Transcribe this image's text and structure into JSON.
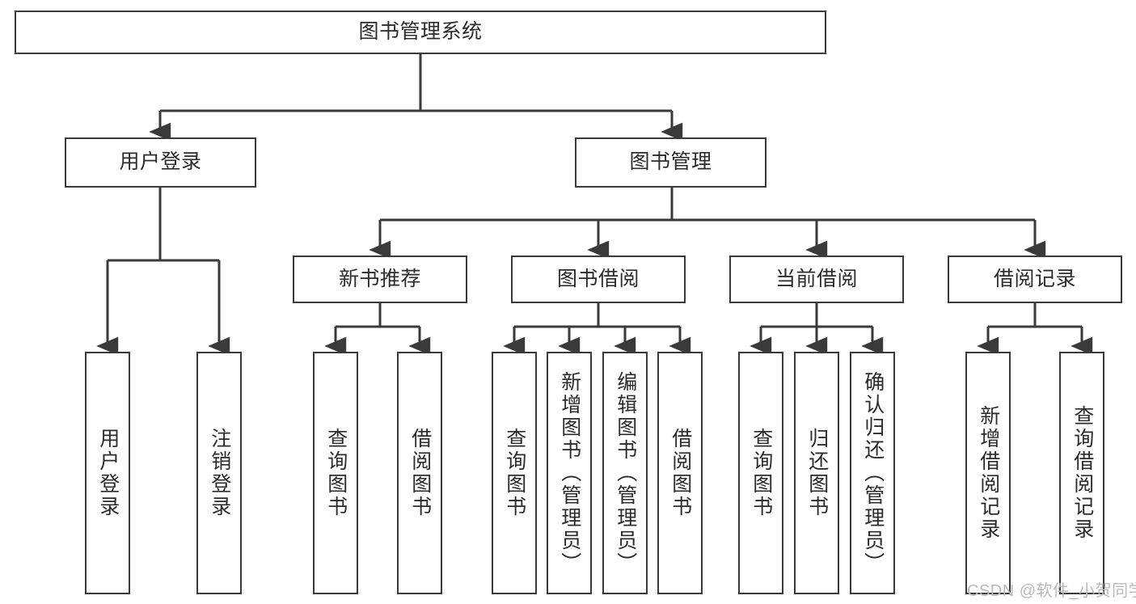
{
  "diagram": {
    "title": "图书管理系统",
    "type": "tree-hierarchy-diagram",
    "watermark": "CSDN @软件_小贺同学",
    "colors": {
      "node_border": "#3a3a3a",
      "node_fill": "#ffffff",
      "text": "#2b2b2b",
      "edge": "#3a3a3a",
      "watermark": "#b9b9b9",
      "background": "#ffffff"
    },
    "nodes": {
      "root": {
        "label": "图书管理系统"
      },
      "level2": [
        {
          "id": "user-login",
          "label": "用户登录"
        },
        {
          "id": "book-management",
          "label": "图书管理"
        }
      ],
      "level3": [
        {
          "id": "new-book-recommend",
          "label": "新书推荐"
        },
        {
          "id": "book-borrow",
          "label": "图书借阅"
        },
        {
          "id": "current-borrow",
          "label": "当前借阅"
        },
        {
          "id": "borrow-record",
          "label": "借阅记录"
        }
      ],
      "leaves": {
        "user-login": [
          {
            "id": "leaf-user-login",
            "label": "用户登录"
          },
          {
            "id": "leaf-user-logout",
            "label": "注销登录"
          }
        ],
        "new-book-recommend": [
          {
            "id": "leaf-query-book-1",
            "label": "查询图书"
          },
          {
            "id": "leaf-borrow-book-1",
            "label": "借阅图书"
          }
        ],
        "book-borrow": [
          {
            "id": "leaf-query-book-2",
            "label": "查询图书"
          },
          {
            "id": "leaf-add-book",
            "label": "新增图书（管理员）"
          },
          {
            "id": "leaf-edit-book",
            "label": "编辑图书（管理员）"
          },
          {
            "id": "leaf-borrow-book-2",
            "label": "借阅图书"
          }
        ],
        "current-borrow": [
          {
            "id": "leaf-query-book-3",
            "label": "查询图书"
          },
          {
            "id": "leaf-return-book",
            "label": "归还图书"
          },
          {
            "id": "leaf-confirm-return",
            "label": "确认归还（管理员）"
          }
        ],
        "borrow-record": [
          {
            "id": "leaf-add-record",
            "label": "新增借阅记录"
          },
          {
            "id": "leaf-query-record",
            "label": "查询借阅记录"
          }
        ]
      }
    }
  }
}
